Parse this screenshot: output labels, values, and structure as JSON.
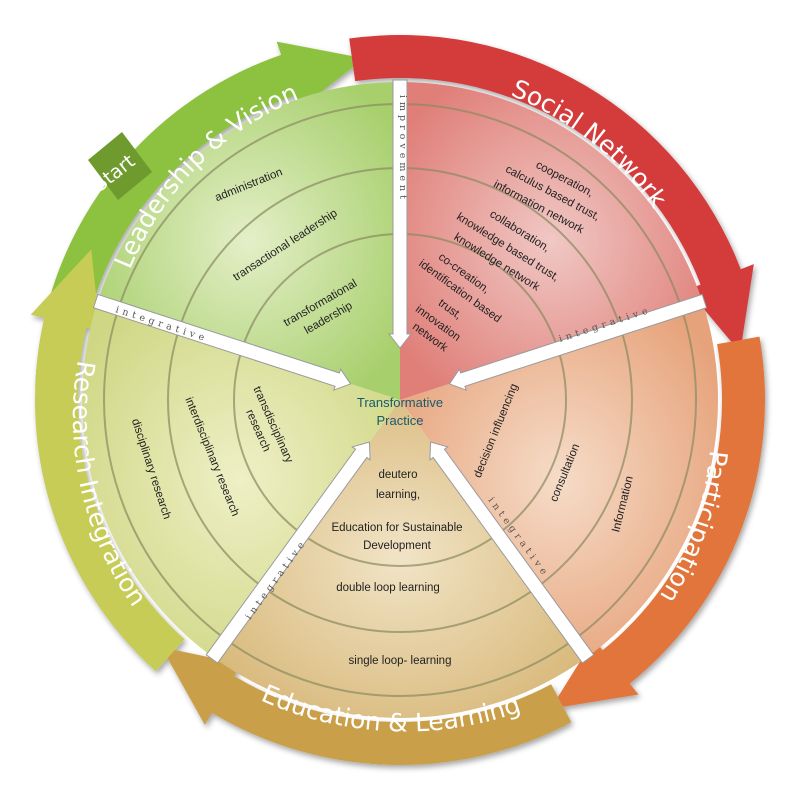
{
  "center": {
    "line1": "Transformative",
    "line2": "Practice"
  },
  "start_label": "Start",
  "ring_titles": {
    "leadership": "Leadership & Vision",
    "social": "Social Network",
    "participation": "Participation",
    "education": "Education & Learning",
    "research": "Research Integration"
  },
  "spokes": {
    "top": "improvement",
    "left": "integrative",
    "right": "integrative",
    "bottom_left": "integrative",
    "bottom_right": "integrative"
  },
  "leadership": {
    "outer": "administration",
    "middle": "transactional leadership",
    "inner_1": "transformational",
    "inner_2": "leadership"
  },
  "social": {
    "outer_1": "cooperation,",
    "outer_2": "calculus based trust,",
    "outer_3": "information network",
    "middle_1": "collaboration,",
    "middle_2": "knowledge based trust,",
    "middle_3": "knowledge network",
    "inner_1": "co-creation,",
    "inner_2": "identification based",
    "inner_3": "trust,",
    "inner_4": "innovation",
    "inner_5": "network"
  },
  "participation": {
    "outer": "Information",
    "middle": "consultation",
    "inner": "decision influencing"
  },
  "education": {
    "outer": "single loop- learning",
    "middle": "double loop learning",
    "inner_1": "deutero",
    "inner_2": "learning,",
    "inner_3": "Education for Sustainable",
    "inner_4": "Development"
  },
  "research": {
    "outer": "disciplinary research",
    "middle": "interdisciplinary research",
    "inner_1": "transdisciplinary",
    "inner_2": "research"
  },
  "colors": {
    "leadership": "#8dc13f",
    "social": "#d43a3a",
    "participation": "#e1743a",
    "education": "#c9a04a",
    "research": "#c6cc55"
  }
}
